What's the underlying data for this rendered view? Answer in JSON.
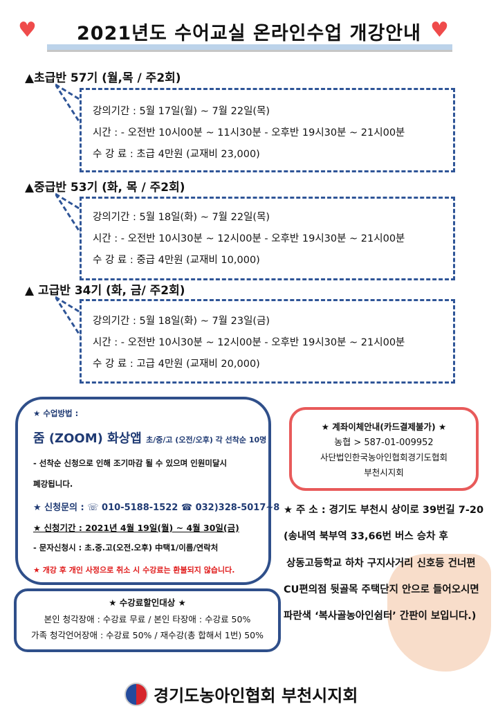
{
  "title": "2021년도 수어교실 온라인수업 개강안내",
  "colors": {
    "accent_blue": "#2f5597",
    "heart": "#ef4b4b",
    "warning": "#e01b1b",
    "account_border": "#e85a5a"
  },
  "classes": [
    {
      "heading": "▲초급반 57기 (월,목 / 주2회)",
      "period": "강의기간 : 5월 17일(월) ~ 7월 22일(목)",
      "time": "시간 : - 오전반 10시00분 ~ 11시30분   - 오후반 19시30분 ~ 21시00분",
      "fee": "수 강 료 : 초급 4만원 (교재비 23,000)"
    },
    {
      "heading": "▲중급반 53기 (화, 목 / 주2회)",
      "period": "강의기간 : 5월 18일(화) ~ 7월 22일(목)",
      "time": "시간 : - 오전반 10시30분 ~ 12시00분  - 오후반 19시30분 ~ 21시00분",
      "fee": "수 강 료 : 중급 4만원 (교재비 10,000)"
    },
    {
      "heading": "▲ 고급반 34기 (화, 금/ 주2회)",
      "period": "강의기간 : 5월 18일(화) ~ 7월 23일(금)",
      "time": "시간 : - 오전반 10시30분 ~ 12시00분   - 오후반 19시30분 ~ 21시00분",
      "fee": "수 강 료 : 고급 4만원 (교재비 20,000)"
    }
  ],
  "method": {
    "heading": "★ 수업방법 :",
    "zoom": "줌 (ZOOM) 화상앱",
    "zoom_note": "초/중/고 (오전/오후) 각 선착순 10명",
    "note1": "-  선착순 신청으로 인해 조기마감 될 수 있으며 인원미달시",
    "note2": "폐강됩니다.",
    "inquiry": "★ 신청문의 : ☏ 010-5188-1522   ☎ 032)328-5017~8",
    "apply_period": "★ 신청기간 : 2021년 4월 19일(월) ~ 4월 30일(금)",
    "sms": "- 문자신청시 : 초.중.고(오전.오후) 中택1/이름/연락처",
    "warning": "★ 개강 후 개인 사정으로 취소 시 수강료는 환불되지 않습니다."
  },
  "discount": {
    "heading": "★ 수강료할인대상 ★",
    "line1": "본인 청각장애 : 수강료 무료  / 본인 타장애 : 수강료 50%",
    "line2": "가족 청각언어장애 : 수강료 50% / 재수강(총 합해서 1번) 50%"
  },
  "account": {
    "heading": "★ 계좌이체안내(카드결제불가) ★",
    "bank": "농협 > 587-01-009952",
    "holder1": "사단법인한국농아인협회경기도협회",
    "holder2": "부천시지회"
  },
  "address": [
    "★ 주 소 : 경기도 부천시 상이로 39번길 7-20",
    "(송내역 북부역 33,66번 버스 승차 후",
    "상동고등학교 하차 구지사거리 신호등 건너편",
    "CU편의점 뒷골목 주택단지 안으로 들어오시면",
    "파란색 ‘복사골농아인쉼터’ 간판이 보입니다.)"
  ],
  "footer": {
    "org": "경기도농아인협회 부천시지회"
  }
}
